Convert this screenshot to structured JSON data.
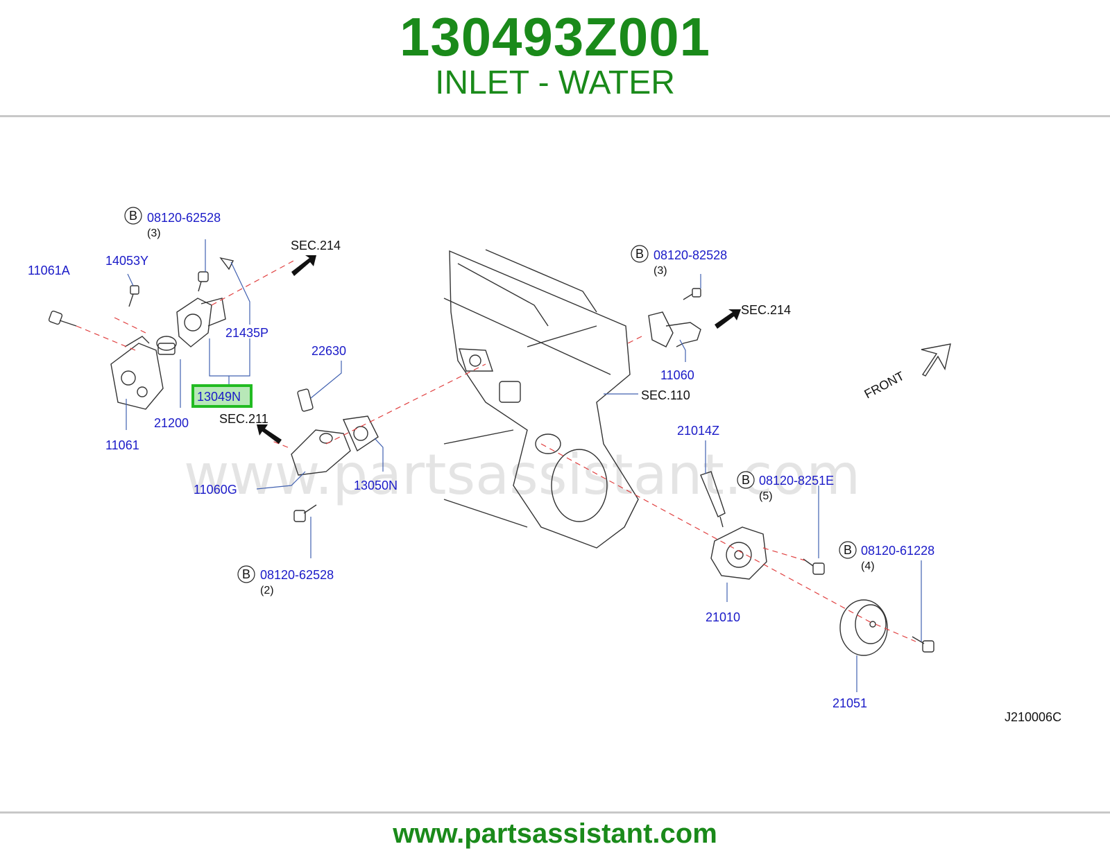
{
  "header": {
    "part_number": "130493Z001",
    "part_name": "INLET - WATER"
  },
  "footer": {
    "url": "www.partsassistant.com"
  },
  "watermark": "www.partsassistant.com",
  "diagram_code": "J210006C",
  "front_label": "FRONT",
  "highlight_color": "#22bb22",
  "labels": {
    "p11061A": "11061A",
    "p14053Y": "14053Y",
    "p11061": "11061",
    "p21200": "21200",
    "p21435P": "21435P",
    "p13049N": "13049N",
    "p22630": "22630",
    "p11060G": "11060G",
    "p13050N": "13050N",
    "p11060": "11060",
    "p21014Z": "21014Z",
    "p21010": "21010",
    "p21051": "21051",
    "b1": "08120-62528",
    "b1_qty": "(3)",
    "b2": "08120-82528",
    "b2_qty": "(3)",
    "b3": "08120-62528",
    "b3_qty": "(2)",
    "b4": "08120-8251E",
    "b4_qty": "(5)",
    "b5": "08120-61228",
    "b5_qty": "(4)",
    "b_marker": "B"
  },
  "sections": {
    "sec214_a": "SEC.214",
    "sec214_b": "SEC.214",
    "sec211": "SEC.211",
    "sec110": "SEC.110"
  }
}
